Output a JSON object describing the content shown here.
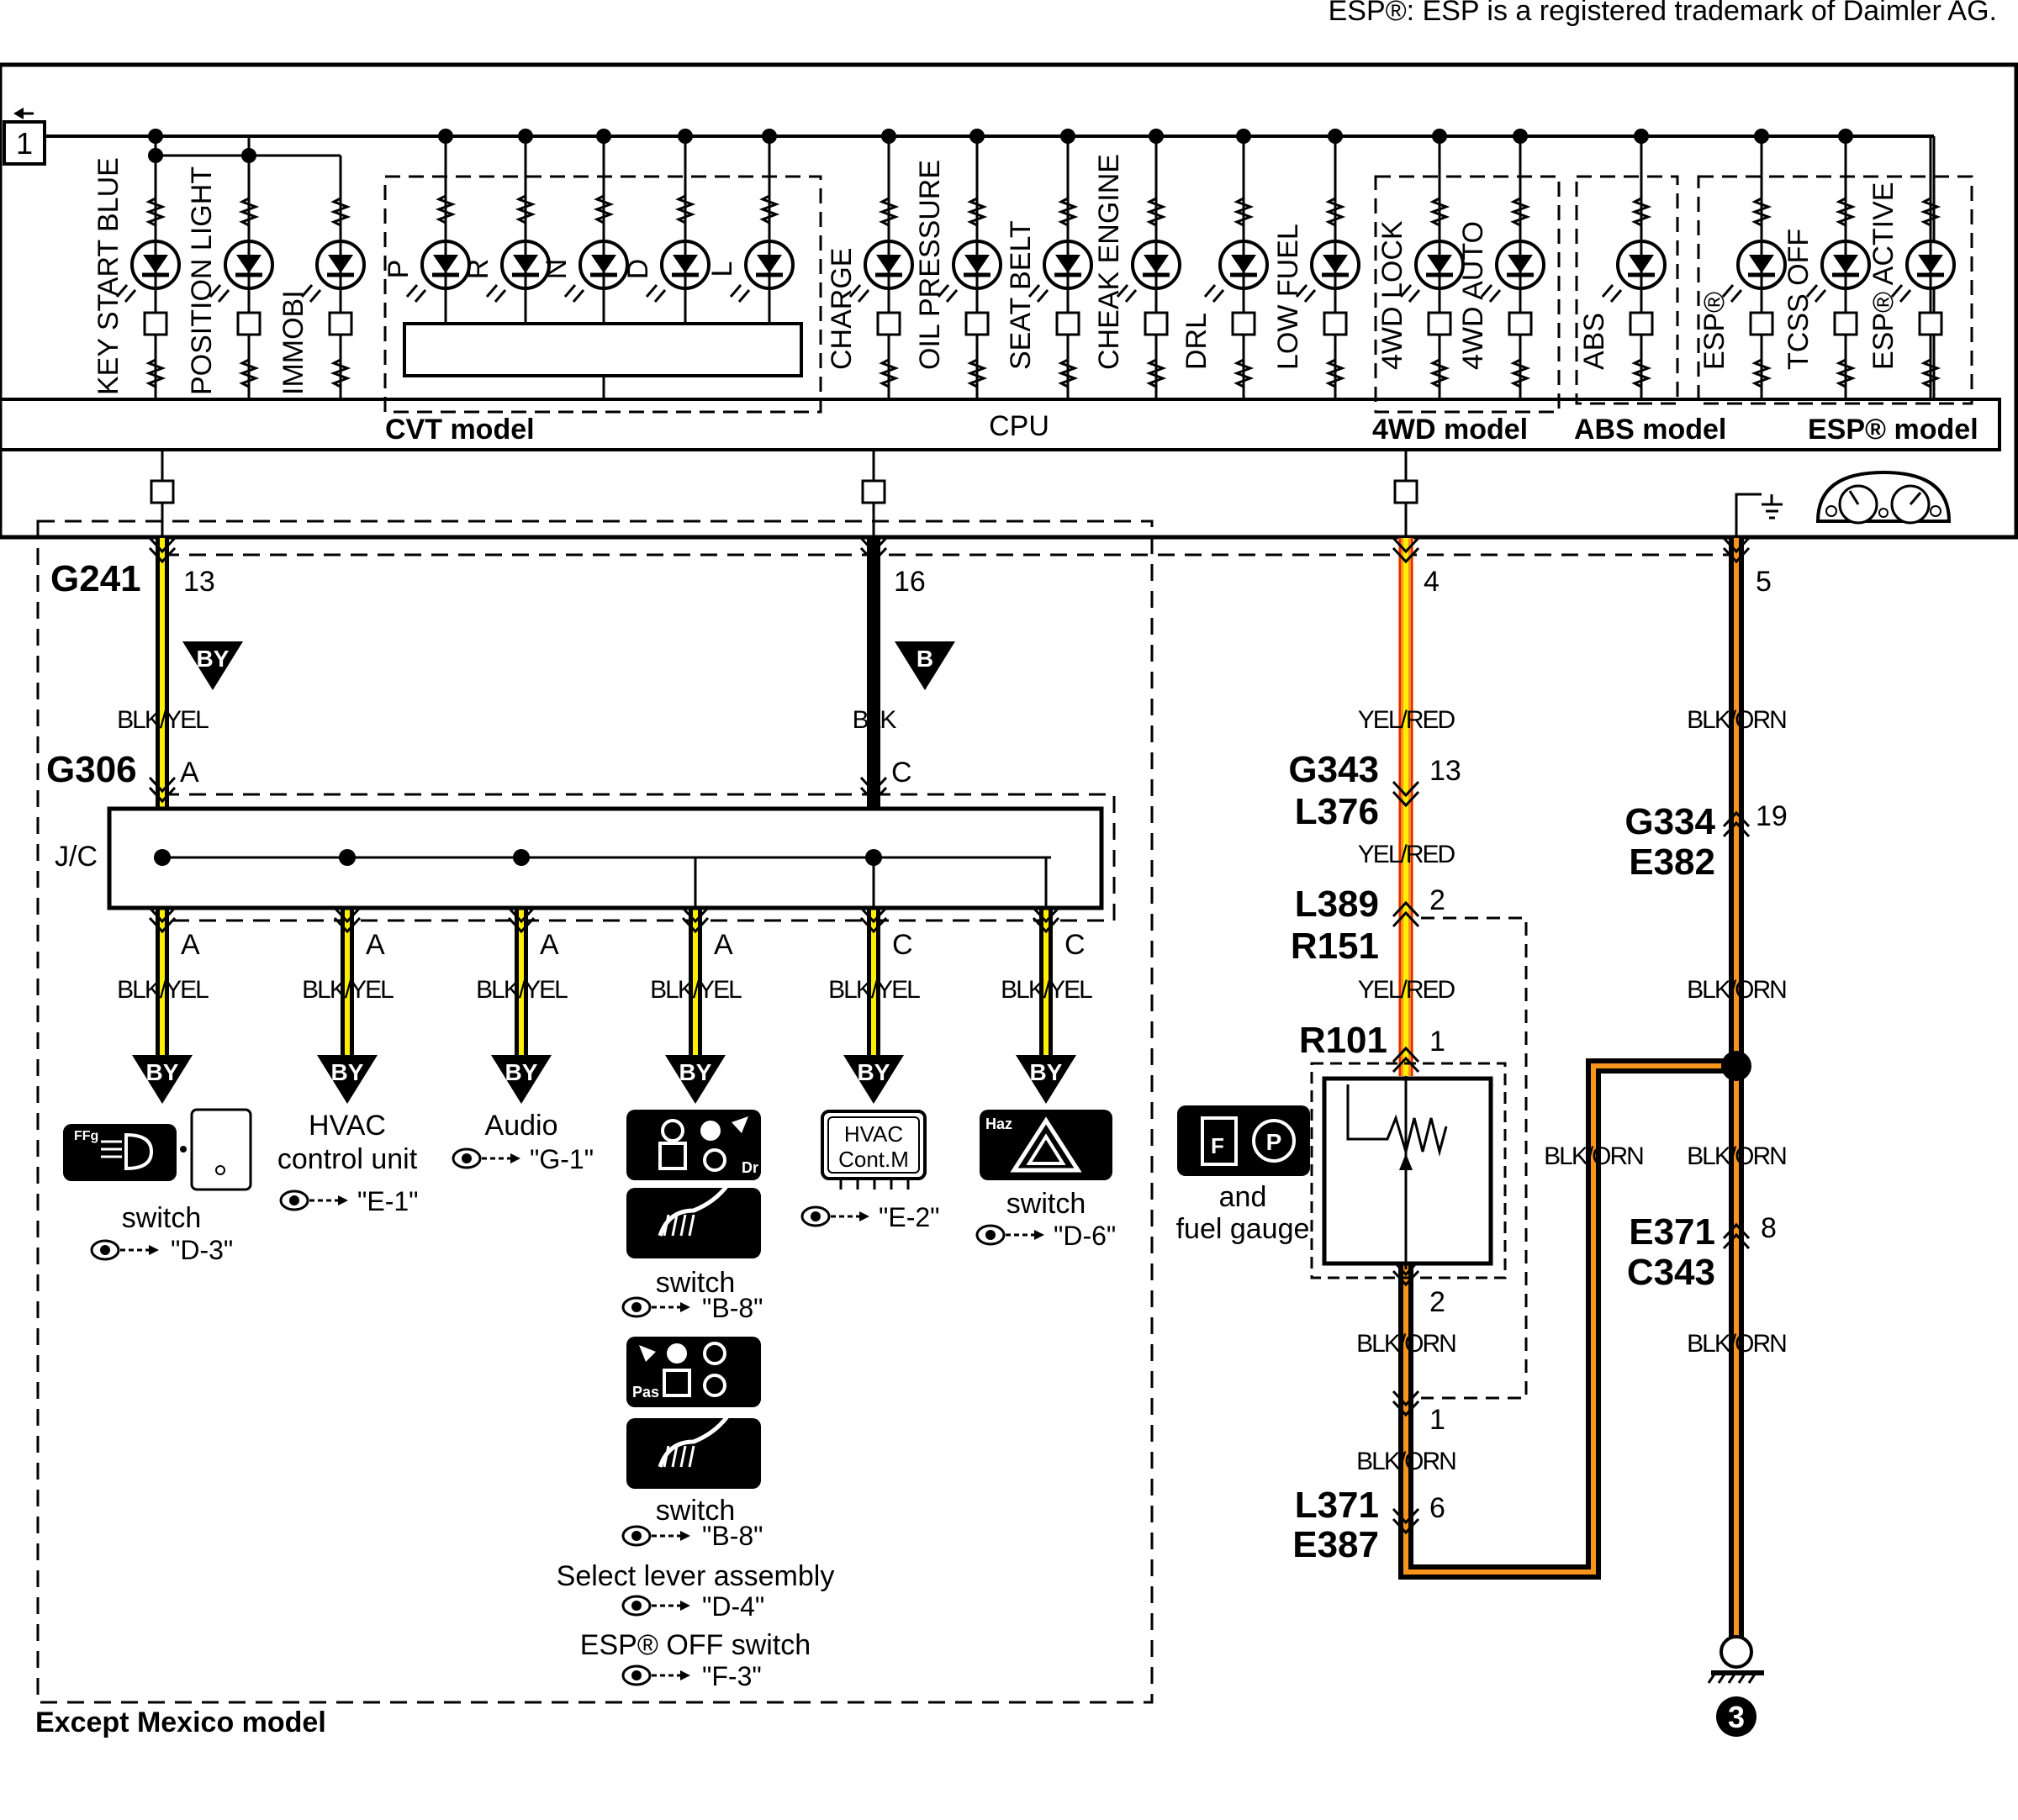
{
  "trademark_note": "ESP®: ESP is a registered trademark of Daimler AG.",
  "meter": {
    "fuse_ref": "1",
    "cpu_label": "CPU",
    "model_labels": {
      "cvt": "CVT model",
      "wd4": "4WD model",
      "abs": "ABS model",
      "esp": "ESP® model"
    },
    "lamps": [
      "KEY START BLUE",
      "POSITION LIGHT",
      "IMMOBI",
      "P",
      "R",
      "N",
      "D",
      "L",
      "CHARGE",
      "OIL PRESSURE",
      "SEAT BELT",
      "CHEAK ENGINE",
      "DRL",
      "LOW FUEL",
      "4WD LOCK",
      "4WD AUTO",
      "ABS",
      "ESP®",
      "TCSS OFF",
      "ESP® ACTIVE"
    ]
  },
  "connectors": {
    "g241": "G241",
    "g306": "G306",
    "jc": "J/C",
    "g343": "G343",
    "l376": "L376",
    "l389": "L389",
    "r151": "R151",
    "r101": "R101",
    "l371": "L371",
    "e387": "E387",
    "g334": "G334",
    "e382": "E382",
    "e371": "E371",
    "c343": "C343"
  },
  "pins": {
    "p13": "13",
    "p16": "16",
    "p4": "4",
    "p5": "5",
    "pA_top": "A",
    "pC_top": "C",
    "out": [
      "A",
      "A",
      "A",
      "A",
      "C",
      "C"
    ],
    "g343": "13",
    "l389": "2",
    "r101": "1",
    "r101_b": "2",
    "mid1": "1",
    "l371": "6",
    "g334": "19",
    "e371": "8"
  },
  "wires": {
    "blk_yel": "BLK/YEL",
    "blk": "BLK",
    "yel_red": "YEL/RED",
    "blk_orn": "BLK/ORN"
  },
  "arrows": {
    "by": "BY",
    "b": "B"
  },
  "icons": {
    "ffg": "FFg",
    "dr": "Dr",
    "pas": "Pas",
    "haz": "Haz",
    "hvac_cont": [
      "HVAC",
      "Cont.M"
    ],
    "fuel_f": "F",
    "fuel_p": "P"
  },
  "components": {
    "fog_switch": "switch",
    "fog_ref": "\"D-3\"",
    "hvac_unit": [
      "HVAC",
      "control unit"
    ],
    "hvac_ref": "\"E-1\"",
    "audio": "Audio",
    "audio_ref": "\"G-1\"",
    "seat_switch_1": "switch",
    "seat_ref_1": "\"B-8\"",
    "seat_switch_2": "switch",
    "seat_ref_2": "\"B-8\"",
    "select_lever": "Select lever assembly",
    "select_ref": "\"D-4\"",
    "esp_off": "ESP® OFF switch",
    "esp_ref": "\"F-3\"",
    "hvac_cont_ref": "\"E-2\"",
    "haz_switch": "switch",
    "haz_ref": "\"D-6\"",
    "fuel_gauge": [
      "and",
      "fuel gauge"
    ],
    "except_mexico": "Except Mexico model",
    "ground_no": "3"
  },
  "colors": {
    "black": "#000000",
    "yellow": "#ffee00",
    "red": "#e8231c",
    "orange": "#f7941d"
  }
}
